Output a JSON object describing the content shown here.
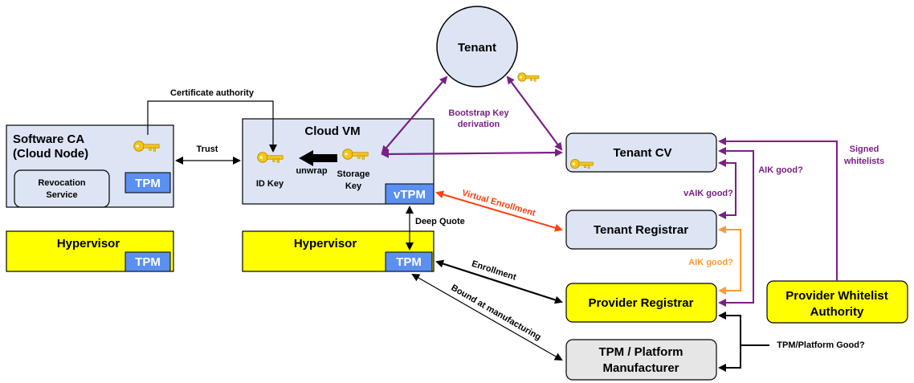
{
  "colors": {
    "node_fill": "#dde5f5",
    "hypervisor_fill": "#ffff00",
    "tpm_fill": "#5b8ff0",
    "manufacturer_fill": "#e6e6e6",
    "purple": "#7a1f86",
    "orange_red": "#ff4010",
    "orange": "#ff9a2e",
    "black": "#000000",
    "key_gold": "#f5c518"
  },
  "nodes": {
    "tenant": "Tenant",
    "software_ca_line1": "Software CA",
    "software_ca_line2": "(Cloud Node)",
    "revocation_line1": "Revocation",
    "revocation_line2": "Service",
    "cloud_vm": "Cloud VM",
    "id_key": "ID Key",
    "storage_key_line1": "Storage",
    "storage_key_line2": "Key",
    "unwrap": "unwrap",
    "vtpm": "vTPM",
    "tpm": "TPM",
    "hypervisor": "Hypervisor",
    "tenant_cv": "Tenant CV",
    "tenant_registrar": "Tenant Registrar",
    "provider_registrar": "Provider Registrar",
    "manufacturer_line1": "TPM / Platform",
    "manufacturer_line2": "Manufacturer",
    "whitelist_line1": "Provider Whitelist",
    "whitelist_line2": "Authority"
  },
  "edges": {
    "certificate_authority": "Certificate authority",
    "trust": "Trust",
    "bootstrap_line1": "Bootstrap Key",
    "bootstrap_line2": "derivation",
    "virtual_enrollment": "Virtual Enrollment",
    "deep_quote": "Deep Quote",
    "enrollment": "Enrollment",
    "bound_at_manufacturing": "Bound at manufacturing",
    "vaik_good": "vAIK good?",
    "aik_good_purple": "AIK good?",
    "aik_good_orange": "AIK good?",
    "signed_line1": "Signed",
    "signed_line2": "whitelists",
    "tpm_platform_good": "TPM/Platform Good?"
  }
}
